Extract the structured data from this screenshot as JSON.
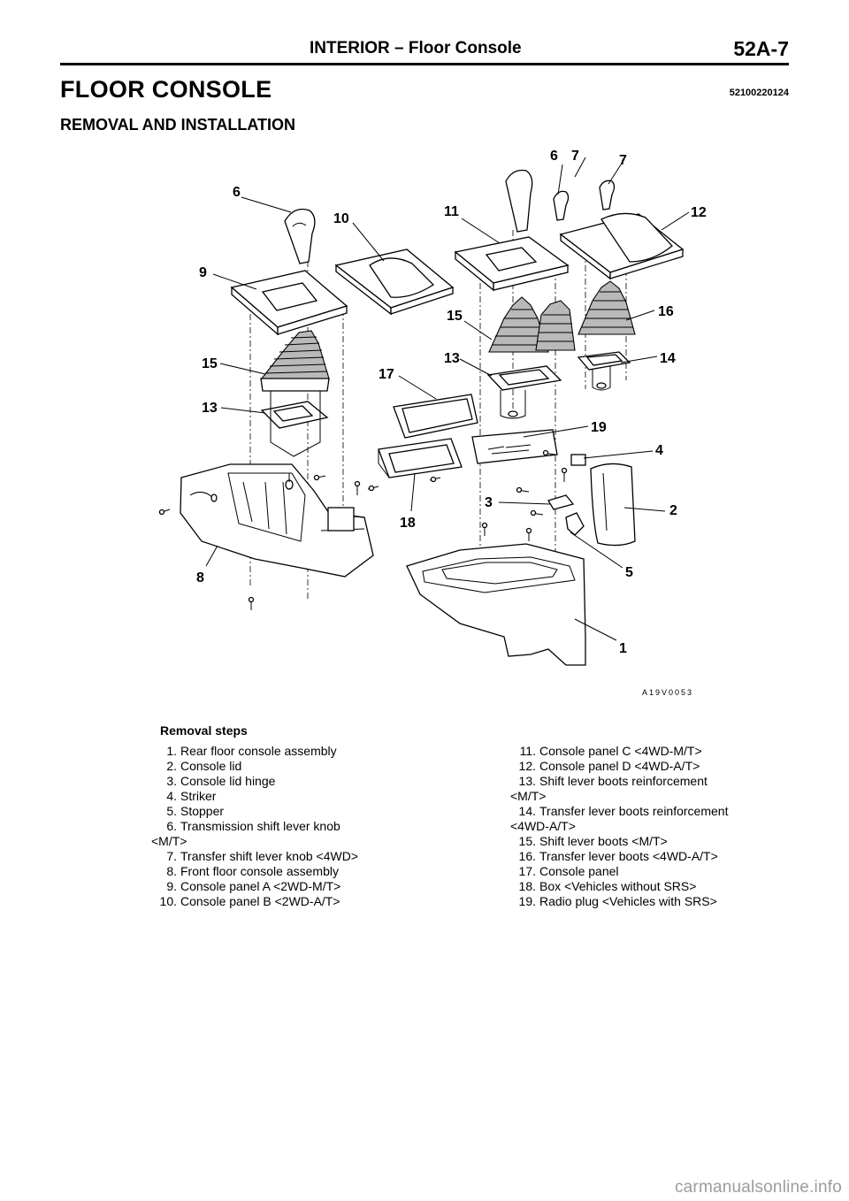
{
  "header": {
    "section_title": "INTERIOR – Floor Console",
    "page_number": "52A-7"
  },
  "title": "FLOOR CONSOLE",
  "doc_code": "52100220124",
  "subtitle": "REMOVAL AND INSTALLATION",
  "figure": {
    "figure_id": "A19V0053",
    "callouts": [
      "6",
      "7",
      "7",
      "6",
      "11",
      "12",
      "10",
      "9",
      "15",
      "16",
      "13",
      "14",
      "15",
      "17",
      "13",
      "19",
      "4",
      "3",
      "2",
      "18",
      "5",
      "8",
      "1"
    ]
  },
  "steps": {
    "title": "Removal steps",
    "items": [
      {
        "n": "1.",
        "text": "Rear floor console assembly"
      },
      {
        "n": "2.",
        "text": "Console lid"
      },
      {
        "n": "3.",
        "text": "Console lid hinge"
      },
      {
        "n": "4.",
        "text": "Striker"
      },
      {
        "n": "5.",
        "text": "Stopper"
      },
      {
        "n": "6.",
        "text": "Transmission shift lever knob",
        "cont": "<M/T>"
      },
      {
        "n": "7.",
        "text": "Transfer shift lever knob <4WD>"
      },
      {
        "n": "8.",
        "text": "Front floor console assembly"
      },
      {
        "n": "9.",
        "text": "Console panel A <2WD-M/T>"
      },
      {
        "n": "10.",
        "text": "Console panel B <2WD-A/T>"
      },
      {
        "n": "11.",
        "text": "Console panel C <4WD-M/T>"
      },
      {
        "n": "12.",
        "text": "Console panel D <4WD-A/T>"
      },
      {
        "n": "13.",
        "text": "Shift lever boots reinforcement",
        "cont": "<M/T>"
      },
      {
        "n": "14.",
        "text": "Transfer lever boots reinforcement",
        "cont": "<4WD-A/T>"
      },
      {
        "n": "15.",
        "text": "Shift lever boots <M/T>"
      },
      {
        "n": "16.",
        "text": "Transfer lever boots <4WD-A/T>"
      },
      {
        "n": "17.",
        "text": "Console panel"
      },
      {
        "n": "18.",
        "text": "Box <Vehicles without SRS>"
      },
      {
        "n": "19.",
        "text": "Radio plug <Vehicles with SRS>"
      }
    ]
  },
  "watermark": "carmanualsonline.info"
}
